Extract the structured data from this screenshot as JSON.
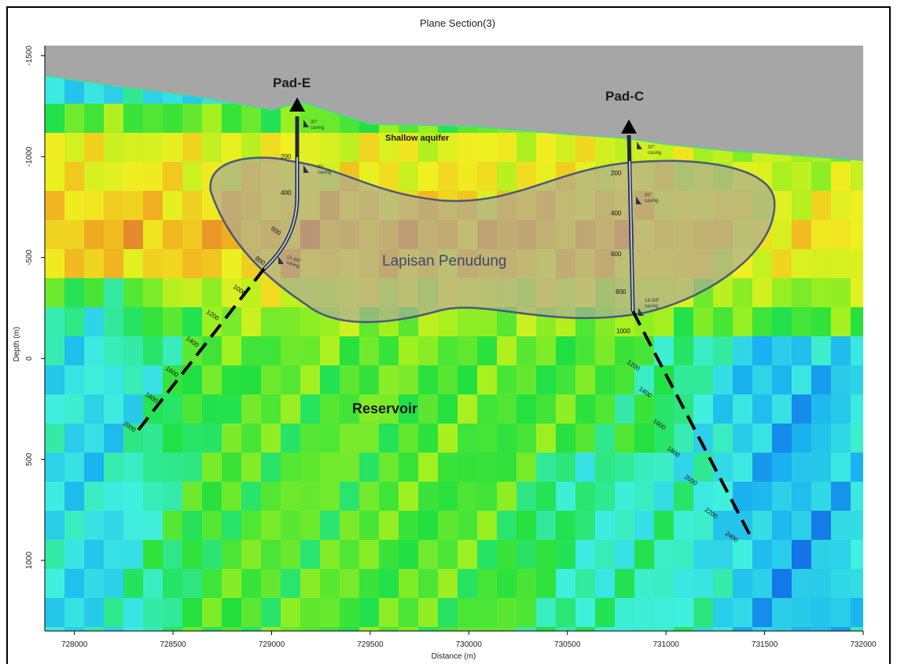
{
  "chart_data": {
    "type": "heatmap",
    "title": "Plane Section(3)",
    "xlabel": "Distance  (m)",
    "ylabel": "Depth  (m)",
    "xlim": [
      727850,
      732000
    ],
    "ylim": [
      -1550,
      1350
    ],
    "y_inverted": true,
    "grid": false,
    "x_ticks": [
      728000,
      728500,
      729000,
      729500,
      730000,
      730500,
      731000,
      731500,
      732000
    ],
    "y_ticks": [
      -1500,
      -1000,
      -500,
      0,
      500,
      1000
    ],
    "colorscale": [
      "#0a1a9a",
      "#1040e0",
      "#18b0f0",
      "#40f0e0",
      "#20e040",
      "#a0f020",
      "#f0f020",
      "#f0b020",
      "#d04040"
    ],
    "topography": {
      "x": [
        727850,
        728200,
        728600,
        729000,
        729150,
        729500,
        730000,
        730500,
        730800,
        731000,
        731300,
        731600,
        732000
      ],
      "depth": [
        -1400,
        -1350,
        -1300,
        -1230,
        -1270,
        -1160,
        -1150,
        -1110,
        -1090,
        -1060,
        -1030,
        -1010,
        -980
      ]
    },
    "annotations": {
      "labels": [
        "Pad-E",
        "Pad-C",
        "Shallow aquifer",
        "Lapisan Penudung",
        "Reservoir"
      ],
      "pad_e_depths": [
        "200",
        "400",
        "600",
        "800",
        "1000",
        "1200",
        "1400",
        "1600",
        "1800",
        "2000"
      ],
      "pad_c_depths": [
        "200",
        "400",
        "600",
        "800",
        "1000",
        "1200",
        "1400",
        "1600",
        "1800",
        "2000",
        "2200",
        "2400"
      ],
      "casings": [
        {
          "size": "30\"",
          "word": "casing"
        },
        {
          "size": "20",
          "word": "casing"
        },
        {
          "size": "13-3/8\"",
          "word": "casing"
        },
        {
          "size": "30\"",
          "word": "casing"
        },
        {
          "size": "20\"",
          "word": "casing"
        },
        {
          "size": "13-3/8\"",
          "word": "casing"
        }
      ]
    }
  },
  "colors": {
    "background": "#ffffff",
    "above_ground": "#a6a6a6",
    "caprock_fill": "#a8a6a0",
    "caprock_outline": "#4a5a78",
    "well_dark": "#1f2a44",
    "well_light": "#b9c3e0",
    "label_dark": "#1a1a1a",
    "label_caprock": "#3a4a70"
  }
}
